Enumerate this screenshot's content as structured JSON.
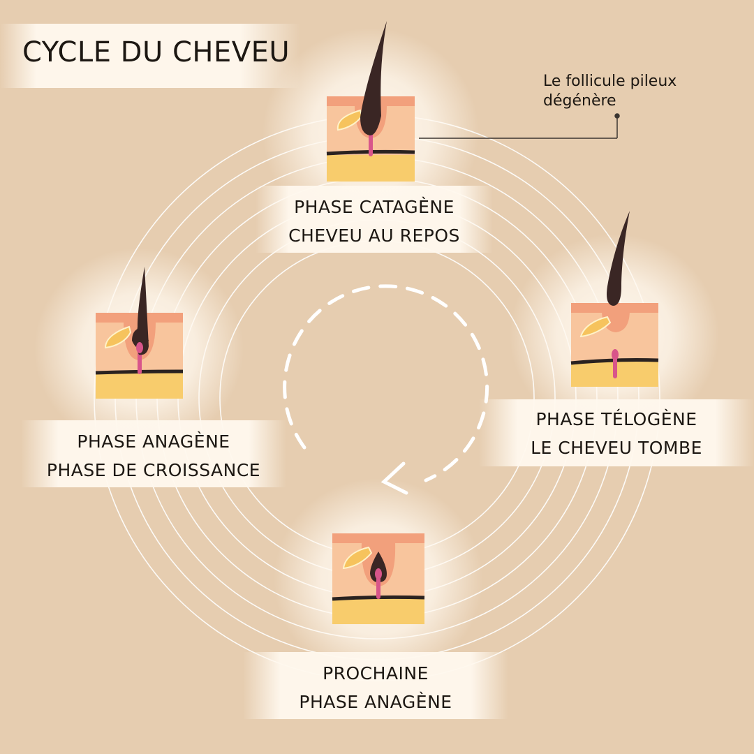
{
  "title": "CYCLE DU CHEVEU",
  "callout": {
    "line1": "Le follicule pileux",
    "line2": "dégénère"
  },
  "phases": {
    "catagene": {
      "line1": "PHASE CATAGÈNE",
      "line2": "CHEVEU AU REPOS"
    },
    "telogene": {
      "line1": "PHASE TÉLOGÈNE",
      "line2": "LE CHEVEU TOMBE"
    },
    "anagene": {
      "line1": "PHASE ANAGÈNE",
      "line2": "PHASE DE CROISSANCE"
    },
    "prochaine": {
      "line1": "PROCHAINE",
      "line2": "PHASE ANAGÈNE"
    }
  },
  "colors": {
    "background": "#e6cdb0",
    "skin": "#f8c59d",
    "skin_top": "#f2a07c",
    "fat_layer": "#f8cc6c",
    "hair": "#3a2624",
    "papilla": "#d8558a",
    "gland": "#f6c35d",
    "ring": "#ffffff"
  }
}
